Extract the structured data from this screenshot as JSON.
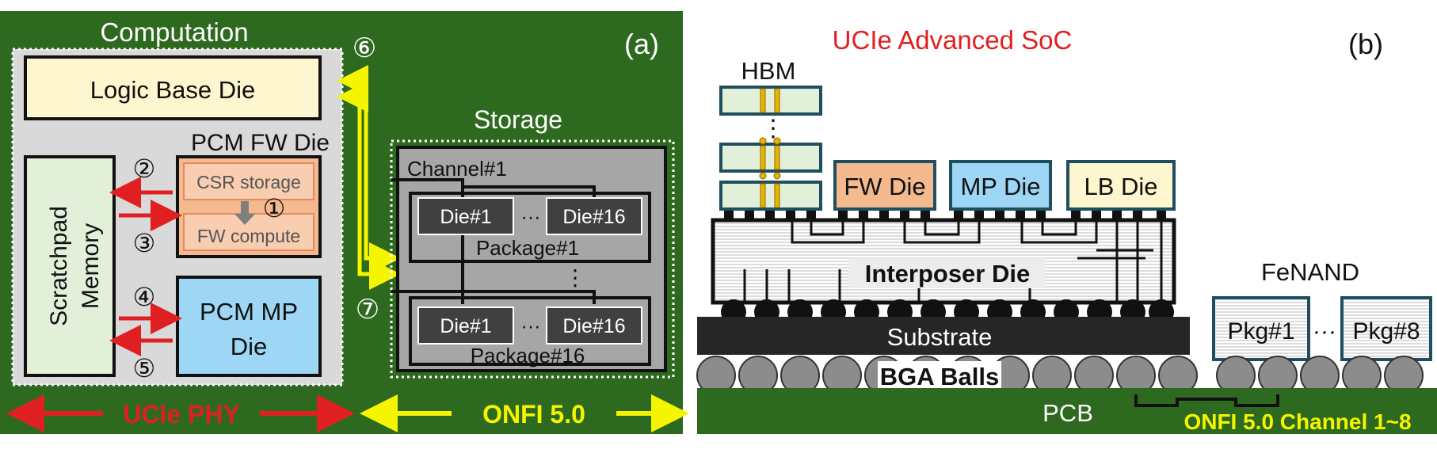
{
  "panel_a": {
    "label": "(a)",
    "computation_title": "Computation",
    "logic_base_die": "Logic Base Die",
    "pcm_fw_die_title": "PCM FW Die",
    "csr_storage": "CSR storage",
    "fw_compute": "FW compute",
    "scratchpad_line1": "Scratchpad",
    "scratchpad_line2": "Memory",
    "pcm_mp_line1": "PCM MP",
    "pcm_mp_line2": "Die",
    "storage_title": "Storage",
    "channel": "Channel#1",
    "die_first": "Die#1",
    "die_last": "Die#16",
    "package_first": "Package#1",
    "package_last": "Package#16",
    "ellipsis_h": "···",
    "ellipsis_v": "⋮",
    "step_1": "①",
    "step_2": "②",
    "step_3": "③",
    "step_4": "④",
    "step_5": "⑤",
    "step_6": "⑥",
    "step_7": "⑦",
    "ucie_phy": "UCIe PHY",
    "onfi": "ONFI 5.0",
    "colors": {
      "background": "#2d6a1f",
      "computation_box": "#d9d9d9",
      "logic_base_die": "#fdf6cf",
      "fw_die": "#f4b98f",
      "scratchpad": "#e2efd9",
      "mp_die": "#9dd7f5",
      "storage_box": "#a6a6a6",
      "die_chip": "#404040",
      "ucie_arrow": "#e02020",
      "onfi_arrow": "#f5f500"
    }
  },
  "panel_b": {
    "label": "(b)",
    "title": "UCIe Advanced SoC",
    "hbm": "HBM",
    "fw_die": "FW Die",
    "mp_die": "MP Die",
    "lb_die": "LB Die",
    "interposer": "Interposer Die",
    "substrate": "Substrate",
    "bga": "BGA Balls",
    "pcb": "PCB",
    "fenand": "FeNAND",
    "pkg_first": "Pkg#1",
    "pkg_last": "Pkg#8",
    "pkg_ellipsis": "···",
    "hbm_ellipsis": "⋮",
    "channel": "ONFI 5.0 Channel 1~8",
    "colors": {
      "title": "#e02020",
      "pcb": "#2d6a1f",
      "channel_text": "#f5f500",
      "hbm": "#e2efd9",
      "tsv": "#e8b400",
      "fw": "#f4b98f",
      "mp": "#9dd7f5",
      "lb": "#fdf6cf",
      "chip_border": "#1f4e5f",
      "substrate": "#262626",
      "ball": "#8c8c8c"
    }
  }
}
